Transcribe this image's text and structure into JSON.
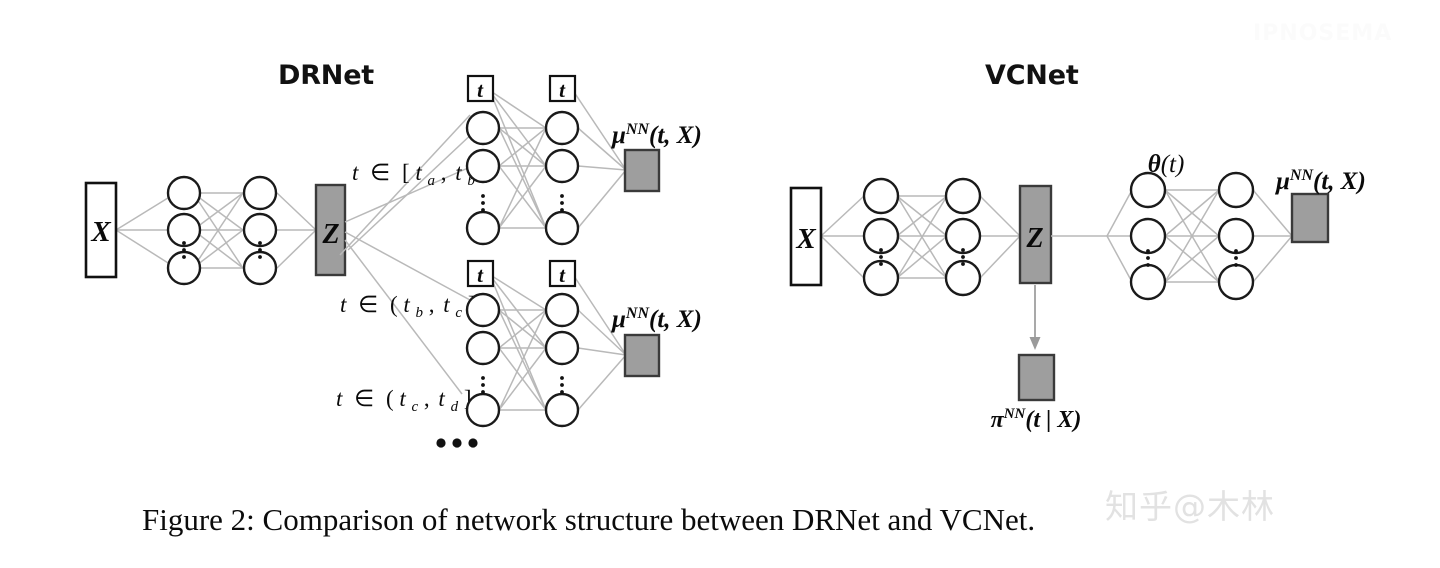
{
  "figure": {
    "caption": "Figure 2: Comparison of network structure between DRNet and VCNet.",
    "left_title": "DRNet",
    "right_title": "VCNet"
  },
  "colors": {
    "node_stroke": "#1a1a1a",
    "edge": "#b9b9b9",
    "gray_box_fill": "#9e9e9e",
    "text": "#0a0a0a",
    "background": "#ffffff"
  },
  "drnet": {
    "title": "DRNet",
    "input_label": "X",
    "latent_label": "Z",
    "branch_labels": [
      "t ∈ [tₐ, tᵇ]",
      "t ∈ (tᵇ, tᶜ]",
      "t ∈ (tᶜ, tᵈ]"
    ],
    "branch_label_parts": [
      {
        "var": "t",
        "rel": "∈",
        "open": "[",
        "lo": "t",
        "lo_sub": "a",
        "hi": "t",
        "hi_sub": "b",
        "close": "]"
      },
      {
        "var": "t",
        "rel": "∈",
        "open": "(",
        "lo": "t",
        "lo_sub": "b",
        "hi": "t",
        "hi_sub": "c",
        "close": "]"
      },
      {
        "var": "t",
        "rel": "∈",
        "open": "(",
        "lo": "t",
        "lo_sub": "c",
        "hi": "t",
        "hi_sub": "d",
        "close": "]"
      }
    ],
    "treatment_box_label": "t",
    "output_labels": [
      "μ",
      "μ"
    ],
    "output_superscript": "NN",
    "output_args": "(t, X)",
    "more_branches_marker": "•••",
    "vertical_dots": "⋮"
  },
  "vcnet": {
    "title": "VCNet",
    "input_label": "X",
    "latent_label": "Z",
    "theta_label": "θ(t)",
    "theta_symbol": "θ",
    "theta_arg": "(t)",
    "output_label": "μ",
    "output_superscript": "NN",
    "output_args": "(t, X)",
    "propensity_label": "π",
    "propensity_superscript": "NN",
    "propensity_args": "(t | X)",
    "vertical_dots": "⋮"
  },
  "watermarks": {
    "corner": "IPNOSEMA",
    "caption_overlay": "知乎@木林"
  }
}
